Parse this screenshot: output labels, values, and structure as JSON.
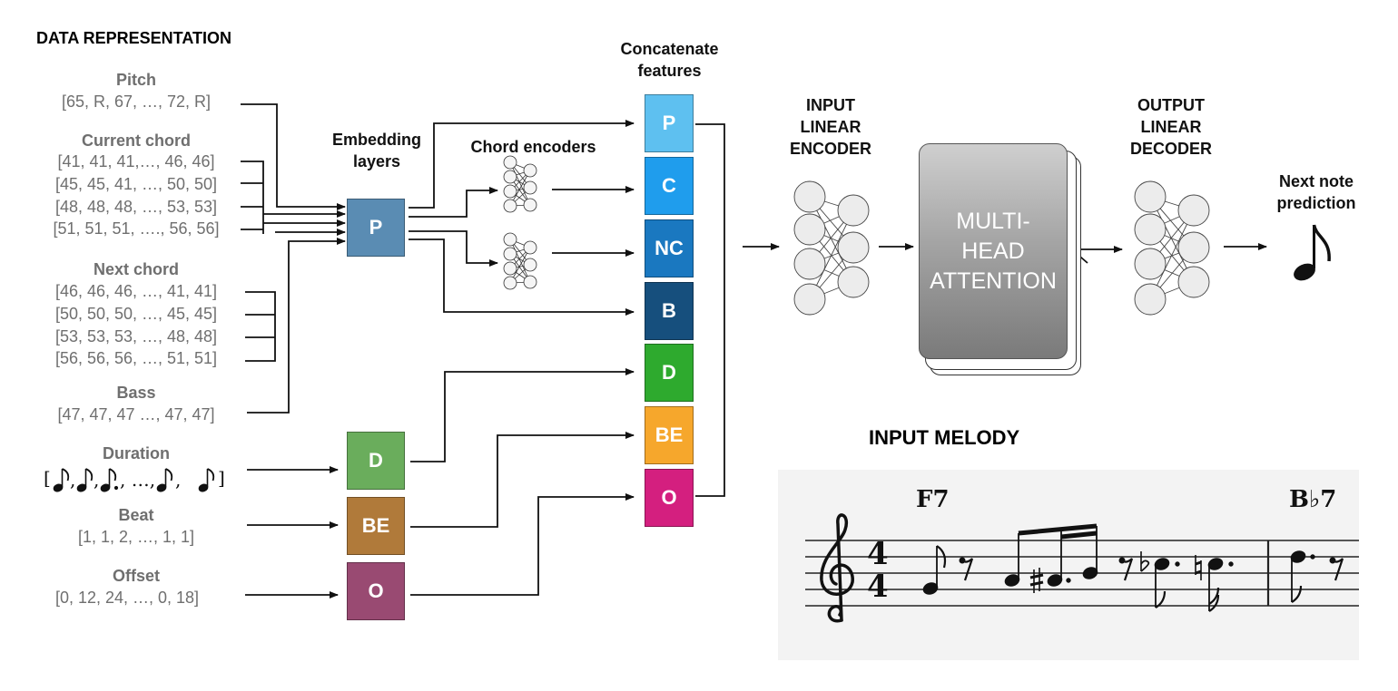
{
  "section_title": "DATA REPRESENTATION",
  "inputs": {
    "pitch": {
      "label": "Pitch",
      "values": [
        "[65, R, 67, …, 72, R]"
      ]
    },
    "current_chord": {
      "label": "Current chord",
      "values": [
        "[41, 41, 41,…, 46, 46]",
        "[45, 45, 41, …, 50, 50]",
        "[48, 48, 48, …, 53, 53]",
        "[51, 51, 51, …., 56, 56]"
      ]
    },
    "next_chord": {
      "label": "Next chord",
      "values": [
        "[46, 46, 46, …, 41, 41]",
        "[50, 50, 50, …, 45, 45]",
        "[53, 53, 53, …, 48, 48]",
        "[56, 56, 56, …, 51, 51]"
      ]
    },
    "bass": {
      "label": "Bass",
      "values": [
        "[47, 47, 47 …, 47, 47]"
      ]
    },
    "duration": {
      "label": "Duration"
    },
    "beat": {
      "label": "Beat",
      "values": [
        "[1, 1, 2, …, 1, 1]"
      ]
    },
    "offset": {
      "label": "Offset",
      "values": [
        "[0, 12, 24, …, 0, 18]"
      ]
    }
  },
  "embedding": {
    "header": [
      "Embedding",
      "layers"
    ],
    "boxes": [
      {
        "label": "P",
        "color": "#5a8cb3"
      },
      {
        "label": "D",
        "color": "#6aad5c"
      },
      {
        "label": "BE",
        "color": "#b07a3a"
      },
      {
        "label": "O",
        "color": "#994a72"
      }
    ]
  },
  "chord_encoders_header": "Chord encoders",
  "concat": {
    "header": [
      "Concatenate",
      "features"
    ],
    "boxes": [
      {
        "label": "P",
        "color": "#5ec0f0"
      },
      {
        "label": "C",
        "color": "#1f9ded"
      },
      {
        "label": "NC",
        "color": "#1a78c0"
      },
      {
        "label": "B",
        "color": "#164f7d"
      },
      {
        "label": "D",
        "color": "#2eaa2e"
      },
      {
        "label": "BE",
        "color": "#f6a72c"
      },
      {
        "label": "O",
        "color": "#d41f7f"
      }
    ]
  },
  "input_encoder_header": [
    "INPUT",
    "LINEAR",
    "ENCODER"
  ],
  "attention_label": [
    "MULTI-",
    "HEAD",
    "ATTENTION"
  ],
  "output_decoder_header": [
    "OUTPUT",
    "LINEAR",
    "DECODER"
  ],
  "prediction_header": [
    "Next note",
    "prediction"
  ],
  "melody": {
    "title": "INPUT MELODY",
    "chords": [
      "F7",
      "B♭7"
    ],
    "time_signature": [
      "4",
      "4"
    ]
  },
  "icons": [
    "eighth-note-icon",
    "treble-clef-icon",
    "neuron-layer-icon"
  ]
}
